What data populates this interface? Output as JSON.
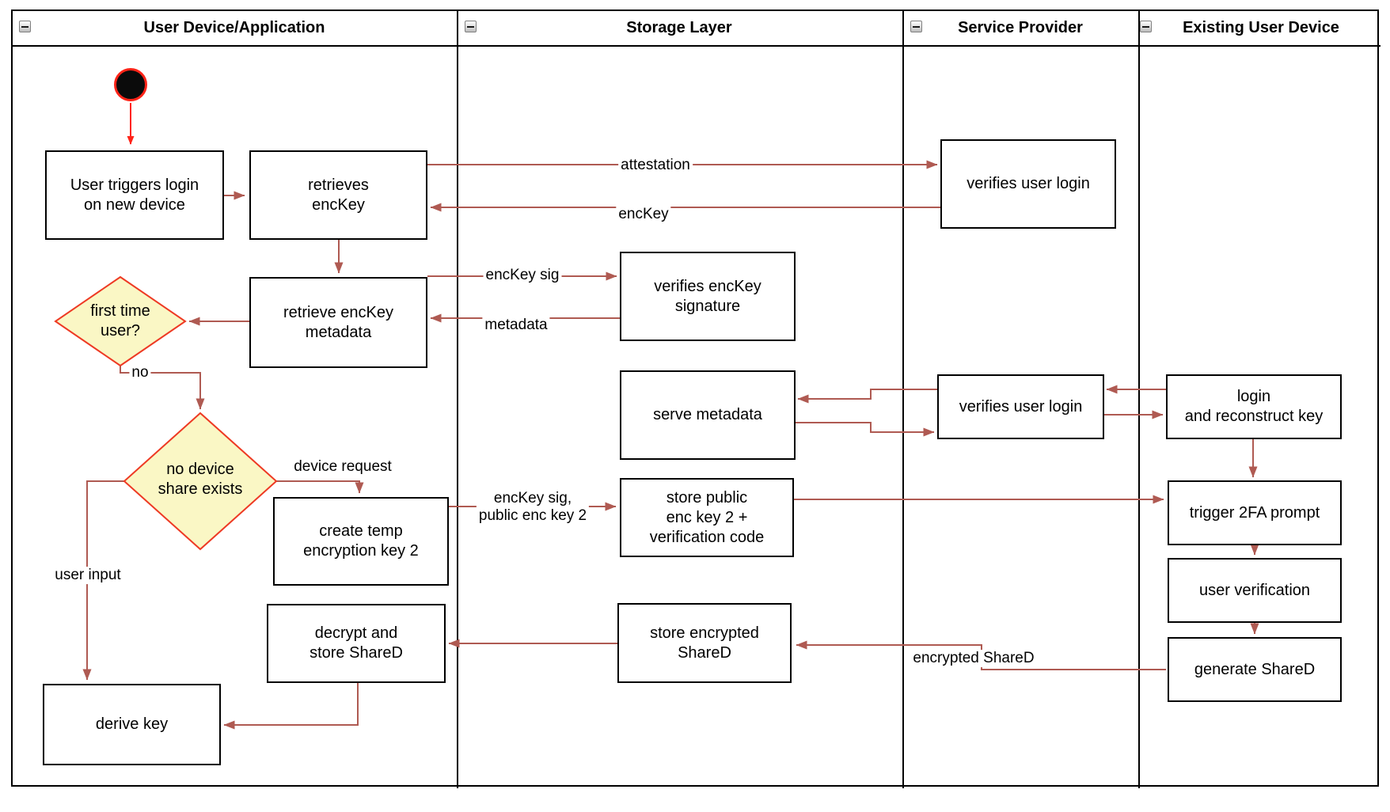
{
  "lanes": [
    {
      "title": "User Device/Application"
    },
    {
      "title": "Storage Layer"
    },
    {
      "title": "Service Provider"
    },
    {
      "title": "Existing User Device"
    }
  ],
  "nodes": {
    "user_triggers": {
      "label": "User triggers login\non new device"
    },
    "retrieves_enckey": {
      "label": "retrieves\nencKey"
    },
    "retrieve_metadata": {
      "label": "retrieve encKey\nmetadata"
    },
    "first_time": {
      "label": "first time\nuser?"
    },
    "no_device_share": {
      "label": "no device\nshare exists"
    },
    "create_temp": {
      "label": "create temp\nencryption key 2"
    },
    "decrypt_store": {
      "label": "decrypt and\nstore ShareD"
    },
    "derive_key": {
      "label": "derive key"
    },
    "verifies_sig": {
      "label": "verifies encKey\nsignature"
    },
    "serve_metadata": {
      "label": "serve metadata"
    },
    "store_public": {
      "label": "store public\nenc key 2 +\nverification code"
    },
    "store_encrypted": {
      "label": "store encrypted\nShareD"
    },
    "verifies_login_1": {
      "label": "verifies user login"
    },
    "verifies_login_2": {
      "label": "verifies user login"
    },
    "login_reconstruct": {
      "label": "login\nand reconstruct key"
    },
    "trigger_2fa": {
      "label": "trigger 2FA prompt"
    },
    "user_verification": {
      "label": "user verification"
    },
    "generate_shared": {
      "label": "generate ShareD"
    }
  },
  "edge_labels": {
    "attestation": "attestation",
    "enckey": "encKey",
    "enckey_sig": "encKey sig",
    "metadata": "metadata",
    "no": "no",
    "device_request": "device request",
    "user_input": "user input",
    "enckey_sig2": "encKey sig,\npublic enc key 2",
    "encrypted_shared": "encrypted ShareD"
  },
  "colors": {
    "arrow": "#AF5A52",
    "start": "#FF2418",
    "diamond_fill": "#FAF7C5",
    "diamond_stroke": "#EE3A24"
  }
}
